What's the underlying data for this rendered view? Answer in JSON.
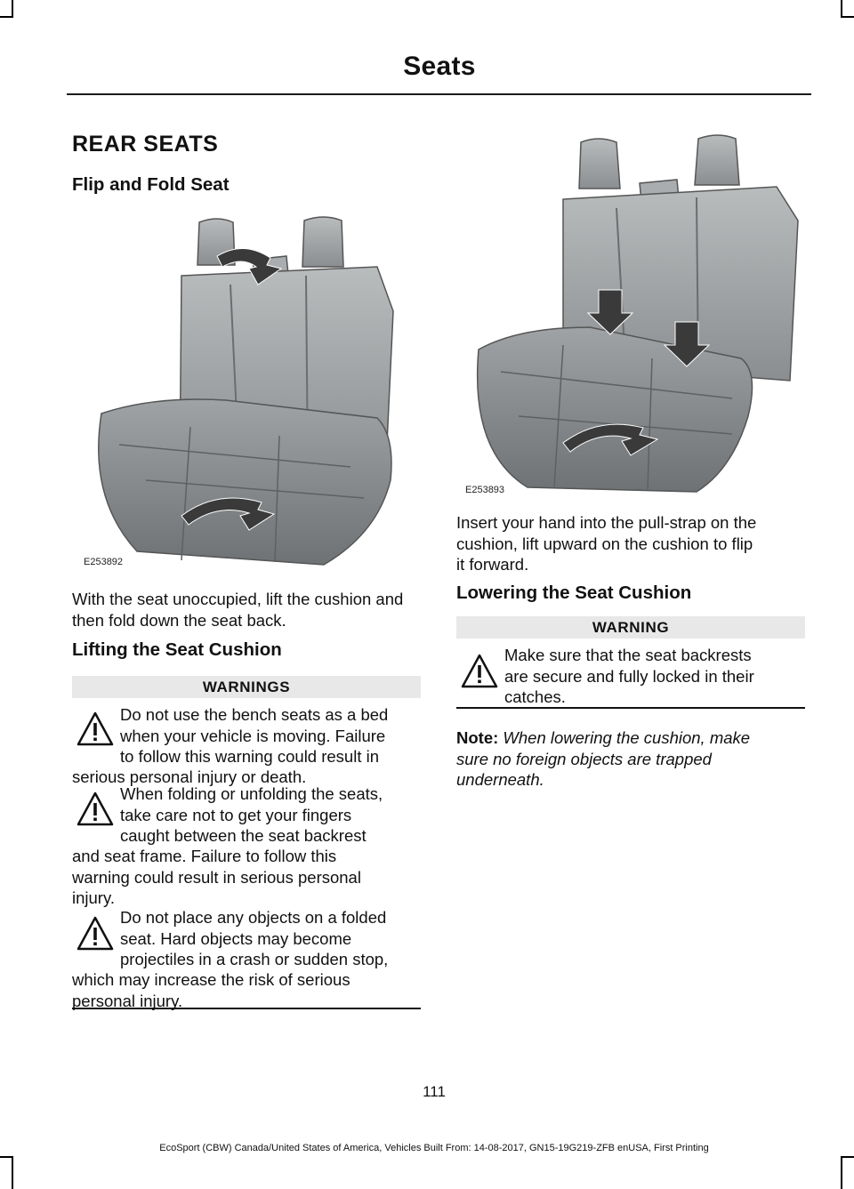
{
  "header": {
    "title": "Seats"
  },
  "left": {
    "section_title": "REAR SEATS",
    "subtitle": "Flip and Fold Seat",
    "figure_code": "E253892",
    "intro": "With the seat unoccupied, lift the cushion and then fold down the seat back.",
    "lift_heading": "Lifting the Seat Cushion",
    "warnings_label": "WARNINGS",
    "warnings": [
      {
        "head": [
          "Do not use the bench seats as a bed",
          "when your vehicle is moving. Failure",
          "to follow this warning could result in"
        ],
        "tail": [
          "serious personal injury or death."
        ]
      },
      {
        "head": [
          "When folding or unfolding the seats,",
          "take care not to get your fingers",
          "caught between the seat backrest"
        ],
        "tail": [
          "and seat frame. Failure to follow this",
          "warning could result in serious personal",
          "injury."
        ]
      },
      {
        "head": [
          "Do not place any objects on a folded",
          "seat. Hard objects may become",
          "projectiles in a crash or sudden stop,"
        ],
        "tail": [
          "which may increase the risk of serious",
          "personal injury."
        ]
      }
    ]
  },
  "right": {
    "figure_code": "E253893",
    "insert_text": [
      "Insert your hand into the pull-strap on the",
      "cushion, lift upward on the cushion to flip",
      "it forward."
    ],
    "lower_heading": "Lowering the Seat Cushion",
    "warning_label": "WARNING",
    "warning_lines": [
      "Make sure that the seat backrests",
      "are secure and fully locked in their",
      "catches."
    ],
    "note_label": "Note:",
    "note_lines": [
      "When lowering the cushion, make",
      "sure no foreign objects are trapped",
      "underneath."
    ]
  },
  "page_number": "111",
  "footer": "EcoSport (CBW) Canada/United States of America, Vehicles Built From: 14-08-2017, GN15-19G219-ZFB enUSA, First Printing"
}
